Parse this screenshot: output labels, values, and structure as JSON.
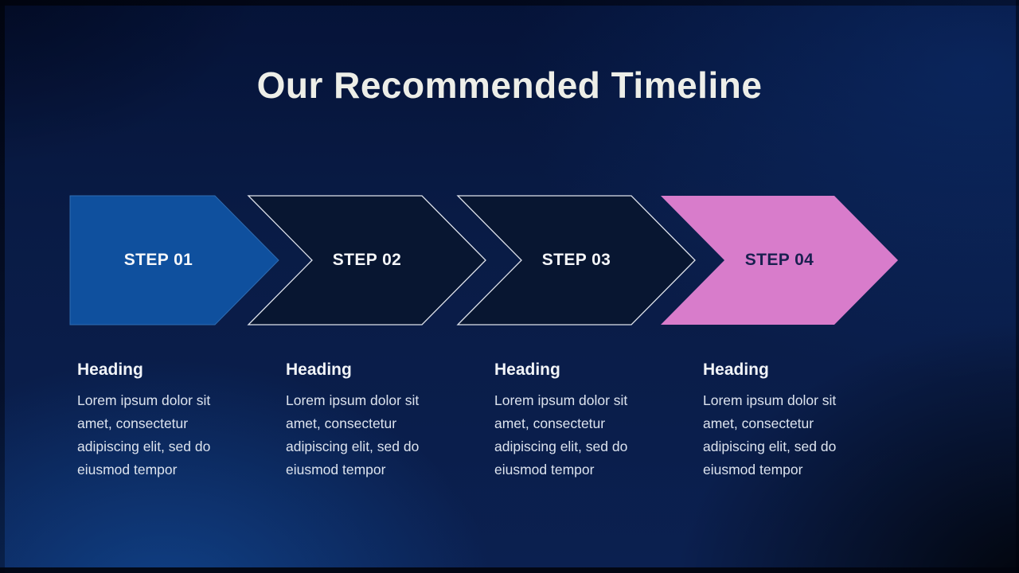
{
  "slide": {
    "title": "Our Recommended Timeline"
  },
  "steps": [
    {
      "label": "STEP 01",
      "heading": "Heading",
      "description": "Lorem ipsum dolor sit\namet, consectetur\nadipiscing elit, sed do\neiusmod tempor",
      "style": "filled-blue"
    },
    {
      "label": "STEP 02",
      "heading": "Heading",
      "description": "Lorem ipsum dolor sit\namet, consectetur\nadipiscing elit, sed do\neiusmod tempor",
      "style": "outlined"
    },
    {
      "label": "STEP 03",
      "heading": "Heading",
      "description": "Lorem ipsum dolor sit\namet, consectetur\nadipiscing elit, sed do\neiusmod tempor",
      "style": "outlined"
    },
    {
      "label": "STEP 04",
      "heading": "Heading",
      "description": "Lorem ipsum dolor sit\namet, consectetur\nadipiscing elit, sed do\neiusmod tempor",
      "style": "filled-pink"
    }
  ],
  "colors": {
    "background_navy": "#0a1c46",
    "step1_fill": "#0f509e",
    "outlined_fill": "#081631",
    "outline_stroke": "#dfe3ec",
    "step4_fill": "#d87ccb",
    "step4_label_color": "#1a2050",
    "title_color": "#edeee8",
    "body_text_color": "#dce3ee"
  }
}
